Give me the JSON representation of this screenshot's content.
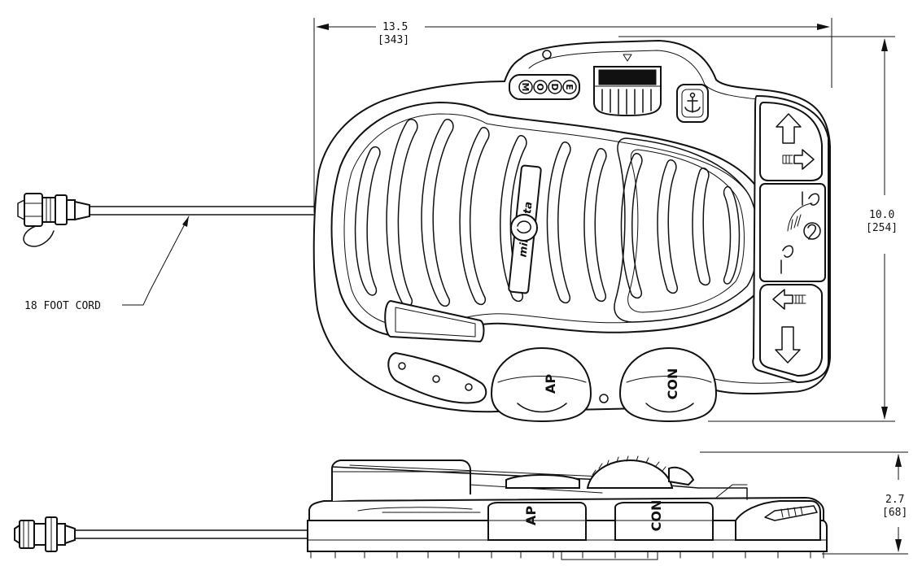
{
  "dimensions": {
    "width": {
      "value": "13.5",
      "metric": "[343]"
    },
    "height": {
      "value": "10.0",
      "metric": "[254]"
    },
    "depth": {
      "value": "2.7",
      "metric": "[68]"
    }
  },
  "callouts": {
    "cord": "18 FOOT CORD"
  },
  "device": {
    "brand": "minnkota",
    "mode_letters": [
      "M",
      "O",
      "D",
      "E"
    ],
    "left_button": "AP",
    "right_button": "CON",
    "side_button": "AP",
    "side_button_2": "CON"
  }
}
